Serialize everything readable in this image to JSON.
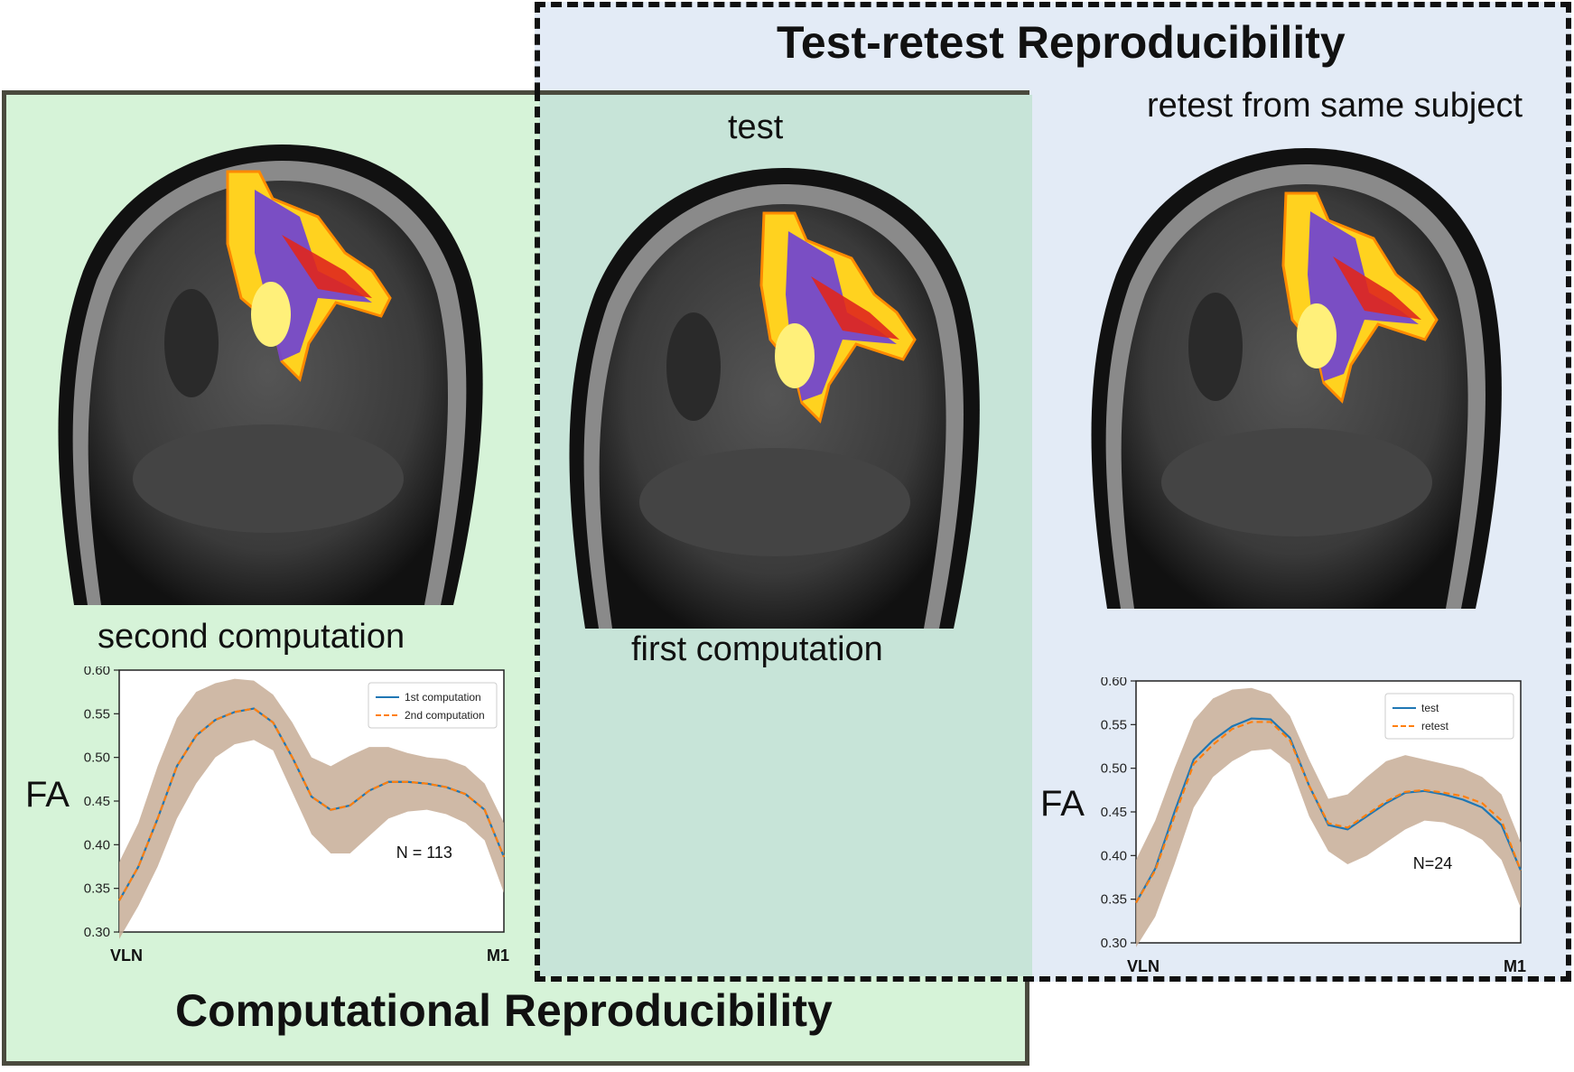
{
  "titles": {
    "test_retest": "Test-retest Reproducibility",
    "computational": "Computational Reproducibility"
  },
  "labels": {
    "test": "test",
    "retest": "retest from same subject",
    "second_computation": "second computation",
    "first_computation": "first computation"
  },
  "axis": {
    "fa_label": "FA",
    "start": "VLN",
    "end": "M1"
  },
  "colors": {
    "green_panel": "#d6f3d8",
    "blue_panel": "#e3ebf6",
    "overlap": "#c7e4d8",
    "series_blue": "#1f77b4",
    "series_orange": "#ff7f0e",
    "band": "#c7ad96"
  },
  "chart_data": [
    {
      "type": "line",
      "ylim": [
        0.3,
        0.6
      ],
      "yticks": [
        "0.60",
        "0.55",
        "0.50",
        "0.45",
        "0.40",
        "0.35",
        "0.30"
      ],
      "xlabel_start": "VLN",
      "xlabel_end": "M1",
      "ylabel": "FA",
      "annotation": "N = 113",
      "legend_position": "top-right",
      "x": [
        0,
        0.05,
        0.1,
        0.15,
        0.2,
        0.25,
        0.3,
        0.35,
        0.4,
        0.45,
        0.5,
        0.55,
        0.6,
        0.65,
        0.7,
        0.75,
        0.8,
        0.85,
        0.9,
        0.95,
        1.0
      ],
      "series": [
        {
          "name": "1st computation",
          "style": "solid",
          "values": [
            0.336,
            0.375,
            0.43,
            0.49,
            0.525,
            0.543,
            0.552,
            0.556,
            0.54,
            0.5,
            0.455,
            0.44,
            0.445,
            0.462,
            0.472,
            0.472,
            0.47,
            0.466,
            0.458,
            0.44,
            0.386
          ]
        },
        {
          "name": "2nd computation",
          "style": "dashed",
          "values": [
            0.336,
            0.375,
            0.43,
            0.49,
            0.525,
            0.543,
            0.552,
            0.556,
            0.54,
            0.5,
            0.455,
            0.44,
            0.445,
            0.462,
            0.472,
            0.472,
            0.47,
            0.466,
            0.458,
            0.44,
            0.386
          ]
        }
      ],
      "band_upper": [
        0.38,
        0.425,
        0.49,
        0.545,
        0.575,
        0.585,
        0.59,
        0.588,
        0.572,
        0.54,
        0.5,
        0.49,
        0.502,
        0.512,
        0.512,
        0.505,
        0.5,
        0.498,
        0.49,
        0.47,
        0.425
      ],
      "band_lower": [
        0.292,
        0.33,
        0.375,
        0.43,
        0.47,
        0.5,
        0.515,
        0.52,
        0.508,
        0.46,
        0.412,
        0.39,
        0.39,
        0.41,
        0.43,
        0.438,
        0.44,
        0.435,
        0.425,
        0.405,
        0.345
      ]
    },
    {
      "type": "line",
      "ylim": [
        0.3,
        0.6
      ],
      "yticks": [
        "0.60",
        "0.55",
        "0.50",
        "0.45",
        "0.40",
        "0.35",
        "0.30"
      ],
      "xlabel_start": "VLN",
      "xlabel_end": "M1",
      "ylabel": "FA",
      "annotation": "N=24",
      "legend_position": "top-right",
      "x": [
        0,
        0.05,
        0.1,
        0.15,
        0.2,
        0.25,
        0.3,
        0.35,
        0.4,
        0.45,
        0.5,
        0.55,
        0.6,
        0.65,
        0.7,
        0.75,
        0.8,
        0.85,
        0.9,
        0.95,
        1.0
      ],
      "series": [
        {
          "name": "test",
          "style": "solid",
          "values": [
            0.346,
            0.385,
            0.45,
            0.51,
            0.532,
            0.548,
            0.557,
            0.556,
            0.535,
            0.48,
            0.435,
            0.43,
            0.445,
            0.46,
            0.472,
            0.474,
            0.47,
            0.464,
            0.455,
            0.435,
            0.383
          ]
        },
        {
          "name": "retest",
          "style": "dashed",
          "values": [
            0.346,
            0.383,
            0.445,
            0.505,
            0.527,
            0.545,
            0.553,
            0.553,
            0.532,
            0.48,
            0.437,
            0.432,
            0.447,
            0.462,
            0.473,
            0.475,
            0.472,
            0.468,
            0.46,
            0.44,
            0.383
          ]
        }
      ],
      "band_upper": [
        0.395,
        0.44,
        0.5,
        0.555,
        0.58,
        0.59,
        0.592,
        0.585,
        0.56,
        0.51,
        0.465,
        0.47,
        0.49,
        0.508,
        0.515,
        0.51,
        0.505,
        0.5,
        0.49,
        0.47,
        0.415
      ],
      "band_lower": [
        0.295,
        0.33,
        0.39,
        0.455,
        0.49,
        0.508,
        0.52,
        0.522,
        0.505,
        0.445,
        0.405,
        0.39,
        0.4,
        0.415,
        0.43,
        0.44,
        0.438,
        0.43,
        0.418,
        0.395,
        0.34
      ]
    }
  ]
}
